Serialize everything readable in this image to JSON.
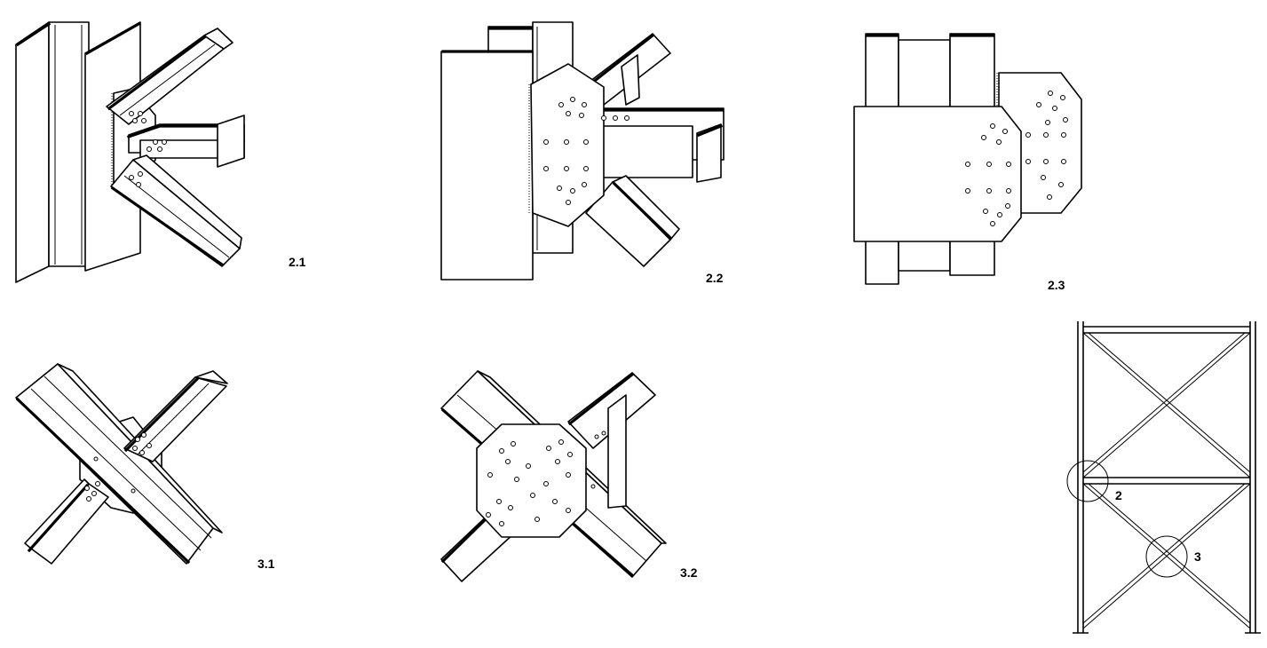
{
  "details": [
    {
      "id": "detail-2-1",
      "label": "2.1"
    },
    {
      "id": "detail-2-2",
      "label": "2.2"
    },
    {
      "id": "detail-2-3",
      "label": "2.3"
    },
    {
      "id": "detail-3-1",
      "label": "3.1"
    },
    {
      "id": "detail-3-2",
      "label": "3.2"
    }
  ],
  "frame": {
    "callouts": [
      {
        "id": "callout-2",
        "label": "2"
      },
      {
        "id": "callout-3",
        "label": "3"
      }
    ]
  }
}
